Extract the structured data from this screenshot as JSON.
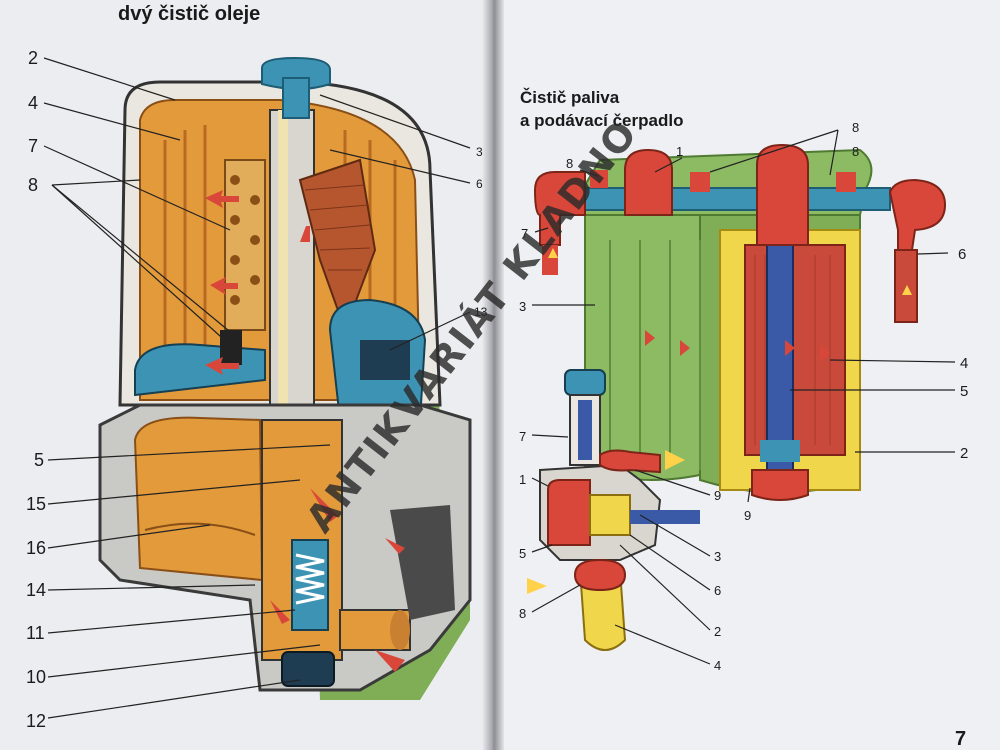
{
  "left_page": {
    "title": "dvý čistič oleje",
    "callouts": [
      {
        "label": "2"
      },
      {
        "label": "4"
      },
      {
        "label": "7"
      },
      {
        "label": "8"
      },
      {
        "label": "3"
      },
      {
        "label": "6"
      },
      {
        "label": "13"
      },
      {
        "label": "5"
      },
      {
        "label": "15"
      },
      {
        "label": "16"
      },
      {
        "label": "14"
      },
      {
        "label": "11"
      },
      {
        "label": "10"
      },
      {
        "label": "12"
      }
    ]
  },
  "right_page": {
    "title_line1": "Čistič paliva",
    "title_line2": "a podávací čerpadlo",
    "page_number": "7",
    "callouts": [
      {
        "label": "8"
      },
      {
        "label": "1"
      },
      {
        "label": "8"
      },
      {
        "label": "8"
      },
      {
        "label": "7"
      },
      {
        "label": "6"
      },
      {
        "label": "3"
      },
      {
        "label": "4"
      },
      {
        "label": "5"
      },
      {
        "label": "2"
      },
      {
        "label": "7"
      },
      {
        "label": "1"
      },
      {
        "label": "9"
      },
      {
        "label": "9"
      },
      {
        "label": "3"
      },
      {
        "label": "5"
      },
      {
        "label": "6"
      },
      {
        "label": "8"
      },
      {
        "label": "2"
      },
      {
        "label": "4"
      }
    ]
  },
  "watermark": "ANTIKVARIÁT KLADNO",
  "colors": {
    "filter_orange": "#e39a3a",
    "housing_green": "#7fae56",
    "flow_red": "#d8473a",
    "oil_blue": "#3d93b4",
    "cartridge_red": "#c9493a",
    "fuel_yellow": "#f0d64a"
  }
}
